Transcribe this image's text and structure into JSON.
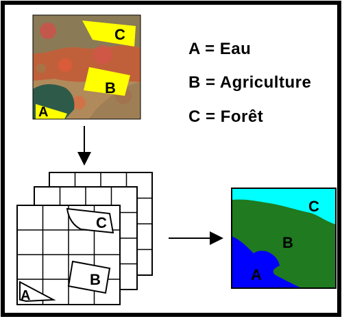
{
  "legend": {
    "a": "A = Eau",
    "b": "B = Agriculture",
    "c": "C = Forêt"
  },
  "labels": {
    "a": "A",
    "b": "B",
    "c": "C"
  },
  "colors": {
    "frame": "#000000",
    "background": "#ffffff",
    "highlight": "#ffff00",
    "water": "#0000ff",
    "agriculture": "#207a20",
    "forest": "#00ffff"
  }
}
